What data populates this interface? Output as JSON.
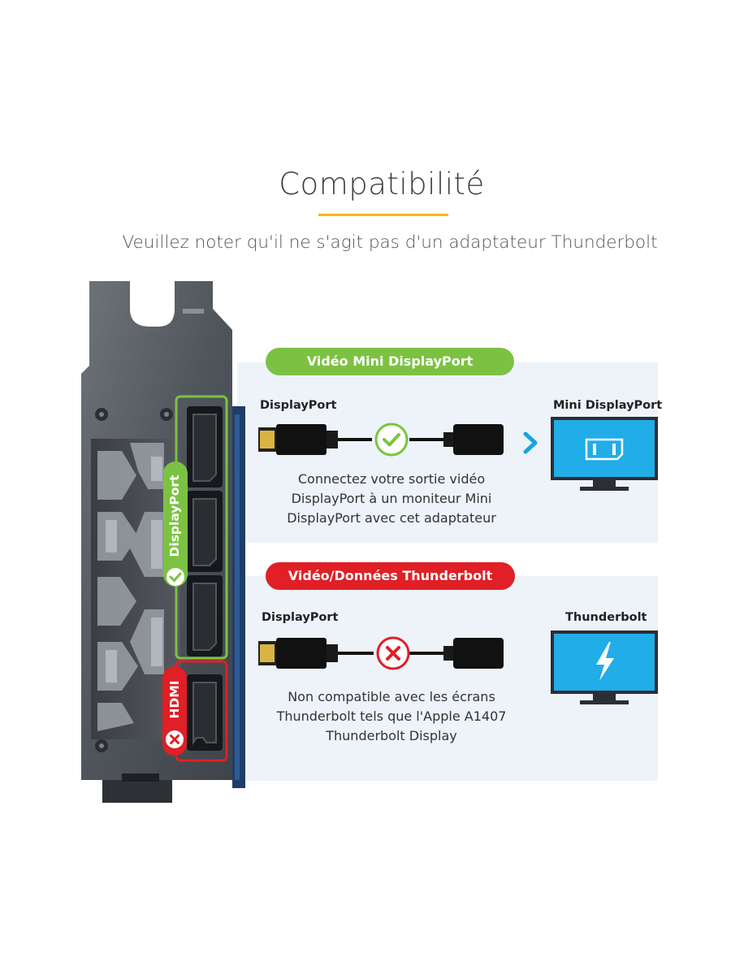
{
  "header": {
    "title": "Compatibilité",
    "subtitle": "Veuillez noter qu'il ne s'agit pas d'un adaptateur Thunderbolt"
  },
  "card": {
    "dp_badge": "DisplayPort",
    "hdmi_badge": "HDMI"
  },
  "compatible": {
    "banner": "Vidéo Mini DisplayPort",
    "source_label": "DisplayPort",
    "target_label": "Mini DisplayPort",
    "status_icon": "check-icon",
    "description": [
      "Connectez votre sortie vidéo",
      "DisplayPort à un moniteur Mini",
      "DisplayPort avec cet adaptateur"
    ]
  },
  "incompatible": {
    "banner": "Vidéo/Données Thunderbolt",
    "source_label": "DisplayPort",
    "target_label": "Thunderbolt",
    "status_icon": "x-icon",
    "description": [
      "Non compatible avec les écrans",
      "Thunderbolt tels que l'Apple A1407",
      "Thunderbolt Display"
    ]
  },
  "colors": {
    "accent_yellow": "#f2b61c",
    "ok_green": "#7cc242",
    "bad_red": "#e01f26",
    "monitor_blue": "#1aa3e0",
    "panel_bg": "#edf3f8"
  }
}
